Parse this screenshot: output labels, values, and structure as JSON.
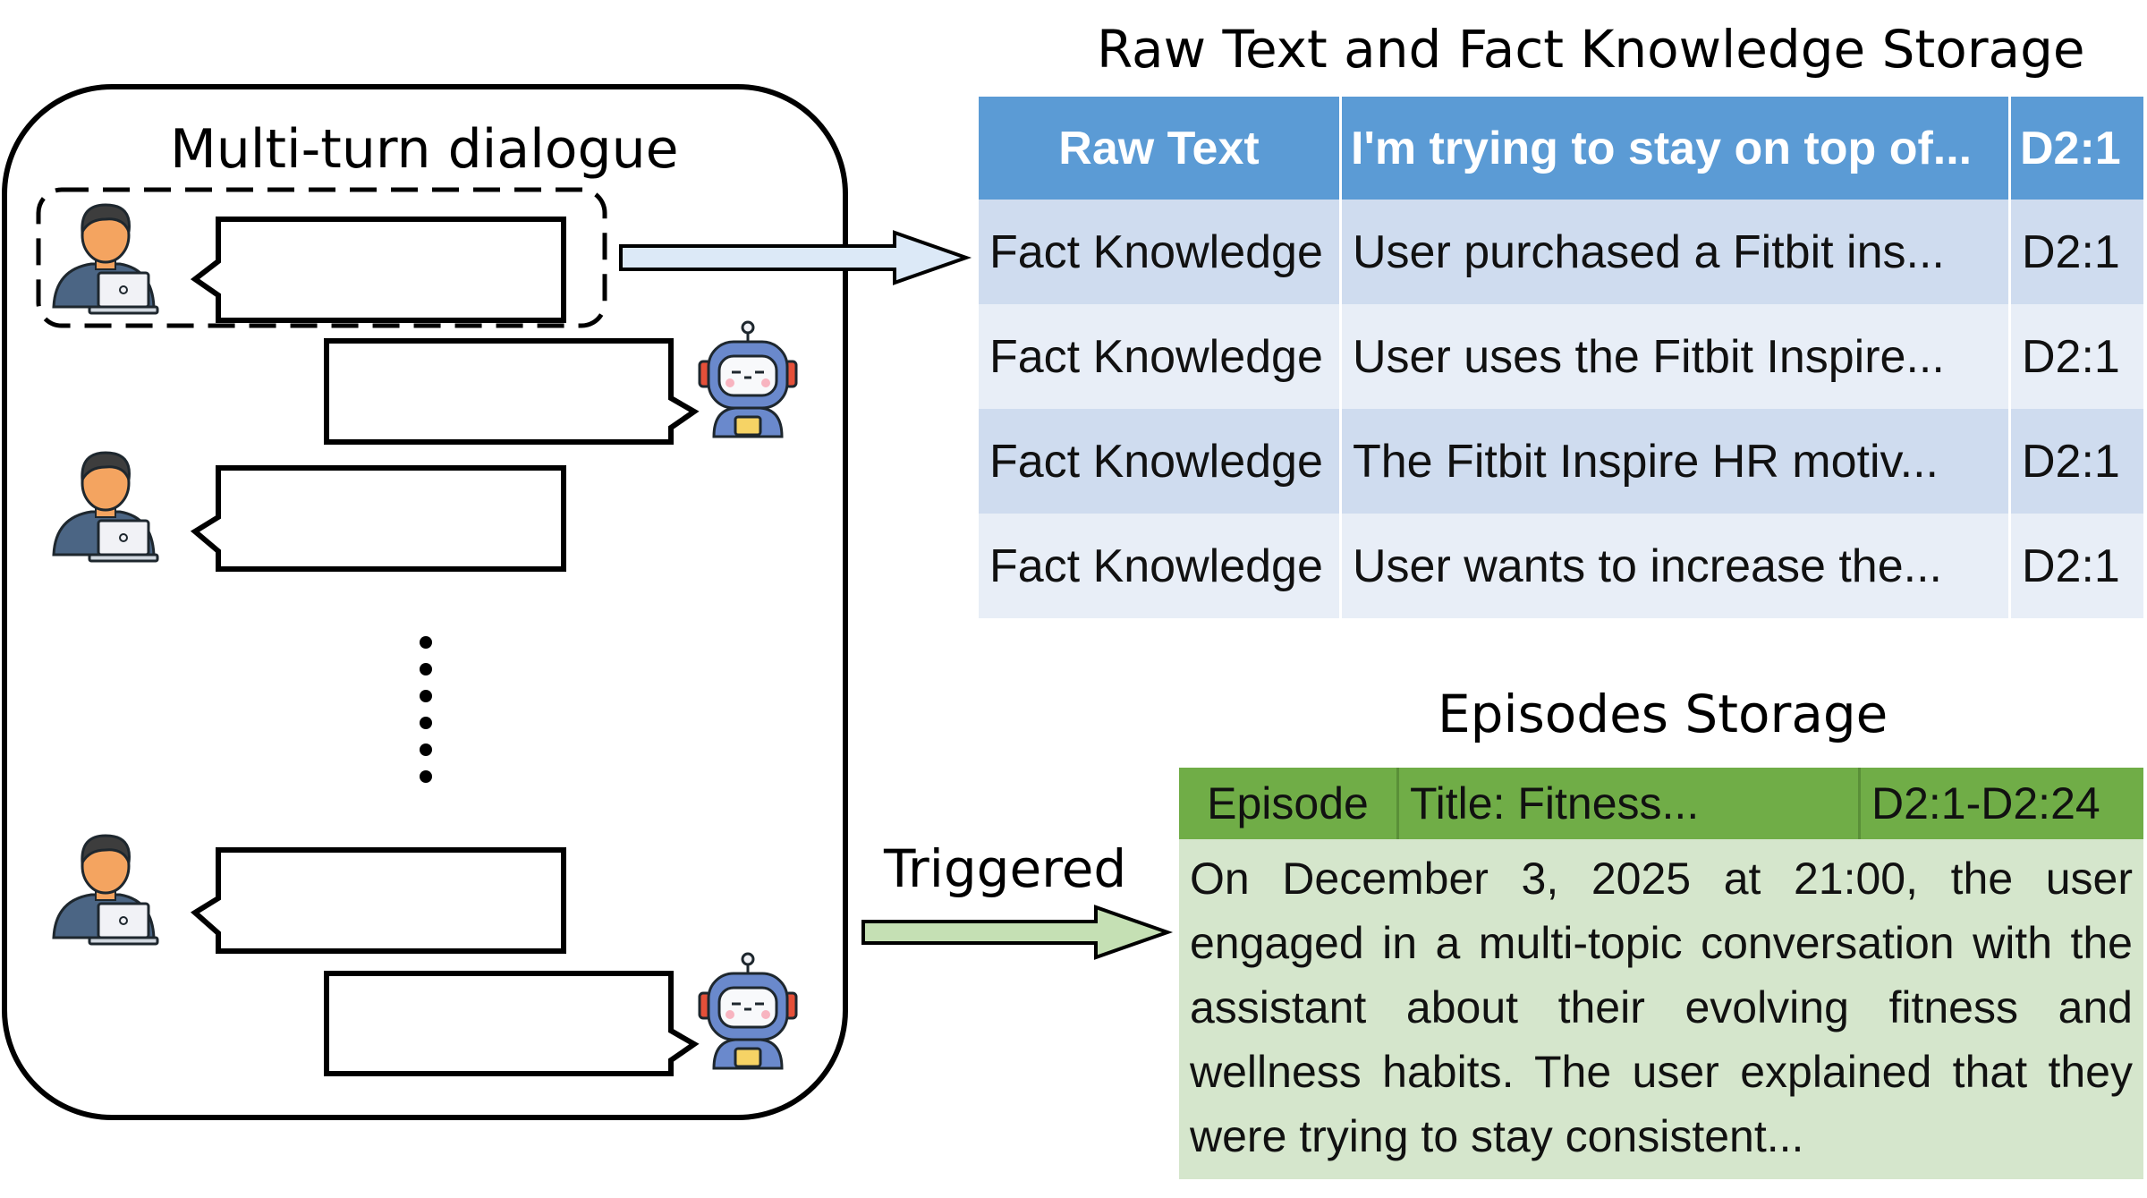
{
  "dialogue": {
    "title": "Multi-turn dialogue",
    "icons": [
      "user-laptop-icon",
      "robot-assistant-icon"
    ]
  },
  "fact_storage": {
    "title": "Raw Text and Fact Knowledge Storage",
    "header": {
      "type": "Raw Text",
      "text": "I'm trying to stay on top of...",
      "ref": "D2:1"
    },
    "rows": [
      {
        "type": "Fact Knowledge",
        "text": "User purchased a Fitbit ins...",
        "ref": "D2:1"
      },
      {
        "type": "Fact Knowledge",
        "text": "User uses the Fitbit Inspire...",
        "ref": "D2:1"
      },
      {
        "type": "Fact Knowledge",
        "text": "The Fitbit Inspire HR motiv...",
        "ref": "D2:1"
      },
      {
        "type": "Fact Knowledge",
        "text": "User wants to increase the...",
        "ref": "D2:1"
      }
    ],
    "colors": {
      "header": "#5b9bd5",
      "row_dark": "#cfdcef",
      "row_light": "#e8eef7"
    }
  },
  "episode_storage": {
    "title": "Episodes Storage",
    "header": {
      "type": "Episode",
      "title": "Title: Fitness...",
      "range": "D2:1-D2:24"
    },
    "body": "On December 3, 2025 at 21:00, the user engaged in a multi-topic conversation with the assistant about their evolving fitness and wellness habits. The user explained that they were trying to stay consistent...",
    "colors": {
      "header": "#70ad47",
      "body": "#d5e6cc"
    }
  },
  "arrows": {
    "triggered_label": "Triggered"
  }
}
